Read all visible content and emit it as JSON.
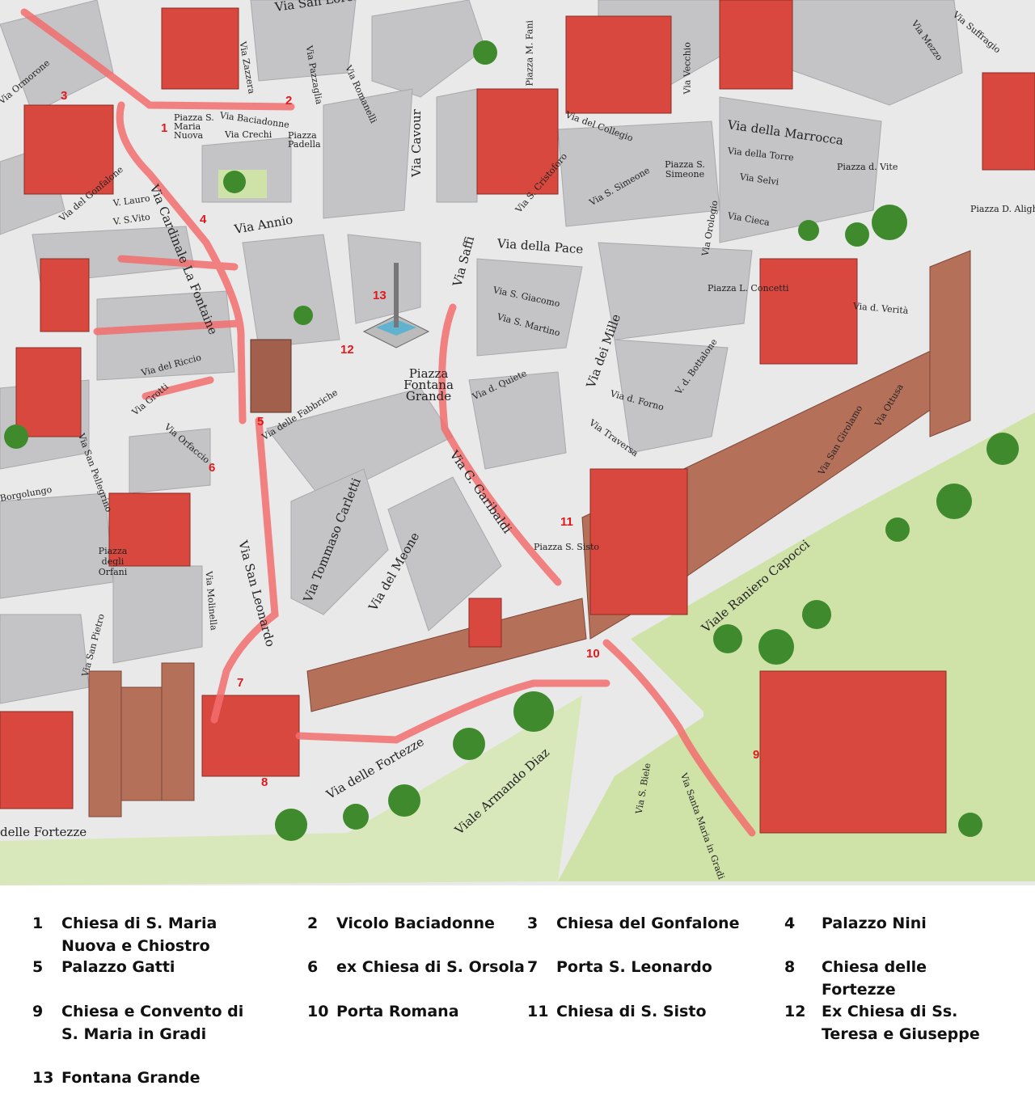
{
  "streets": [
    "Via San Lorenzo",
    "Via Cavour",
    "Via della Pace",
    "Via Saffi",
    "Via Annio",
    "Via Cardinale La Fontaine",
    "Via San Leonardo",
    "Via G. Garibaldi",
    "Via Tommaso Carletti",
    "Via del Meone",
    "Viale Raniero Capocci",
    "Viale Armando Diaz",
    "Via delle Fortezze",
    "Via Santa Maria in Gradi",
    "Via S. Biele",
    "Via della Marrocca",
    "Via della Torre",
    "Via Selvi",
    "Via Cieca",
    "Via d. Verità",
    "Via dei Mille",
    "Via d. Forno",
    "Via Traversa",
    "Via d. Quiete",
    "Via S. Giacomo",
    "Via S. Martino",
    "Via del Collegio",
    "Via S. Cristoforo",
    "Via S. Simeone",
    "Piazza S. Simeone",
    "Piazza d. Vite",
    "Piazza D. Alighieri",
    "Piazza L. Concetti",
    "Piazza Fontana Grande",
    "Piazza S. Sisto",
    "Piazza degli Orfani",
    "Via San Pellegrino",
    "Borgolungo",
    "Via Orfaccio",
    "Via San Pietro",
    "Via delle Fabbriche",
    "Via Grotti",
    "Via del Riccio",
    "Via Romanelli",
    "Via Pazzaglia",
    "Via Zazzera",
    "Via Baciadonne",
    "Piazza S. Maria Nuova",
    "Via Crechi",
    "Piazza Padella",
    "Via del Gonfalone",
    "V. Lauro",
    "V. S.Vito",
    "delle Fortezze",
    "V. d. Bottalone",
    "Via Ottusa",
    "Via San Girolamo",
    "Via Molinella",
    "Via Ormorone",
    "Piazza M. Fani",
    "Via Vecchio",
    "Via Orologio",
    "Via Mezzo",
    "Via Suffragio"
  ],
  "markers": [
    "1",
    "2",
    "3",
    "4",
    "5",
    "6",
    "7",
    "8",
    "9",
    "10",
    "11",
    "12",
    "13"
  ],
  "legend": [
    {
      "num": "1",
      "text": "Chiesa di S. Maria Nuova e Chiostro"
    },
    {
      "num": "2",
      "text": "Vicolo Baciadonne"
    },
    {
      "num": "3",
      "text": "Chiesa del Gonfalone"
    },
    {
      "num": "4",
      "text": "Palazzo Nini"
    },
    {
      "num": "5",
      "text": "Palazzo Gatti"
    },
    {
      "num": "6",
      "text": "ex Chiesa di S. Orsola"
    },
    {
      "num": "7",
      "text": "Porta S. Leonardo"
    },
    {
      "num": "8",
      "text": "Chiesa delle Fortezze"
    },
    {
      "num": "9",
      "text": "Chiesa e Convento di S. Maria in Gradi"
    },
    {
      "num": "10",
      "text": "Porta Romana"
    },
    {
      "num": "11",
      "text": "Chiesa di S. Sisto"
    },
    {
      "num": "12",
      "text": "Ex Chiesa di Ss. Teresa e Giuseppe"
    },
    {
      "num": "13",
      "text": "Fontana Grande"
    }
  ],
  "colors": {
    "route": "#f26d6d",
    "marker": "#e0191c",
    "roof": "#d9483f",
    "wall": "#b5705a",
    "grass": "#cfe3a8",
    "block": "#c4c4c6"
  }
}
